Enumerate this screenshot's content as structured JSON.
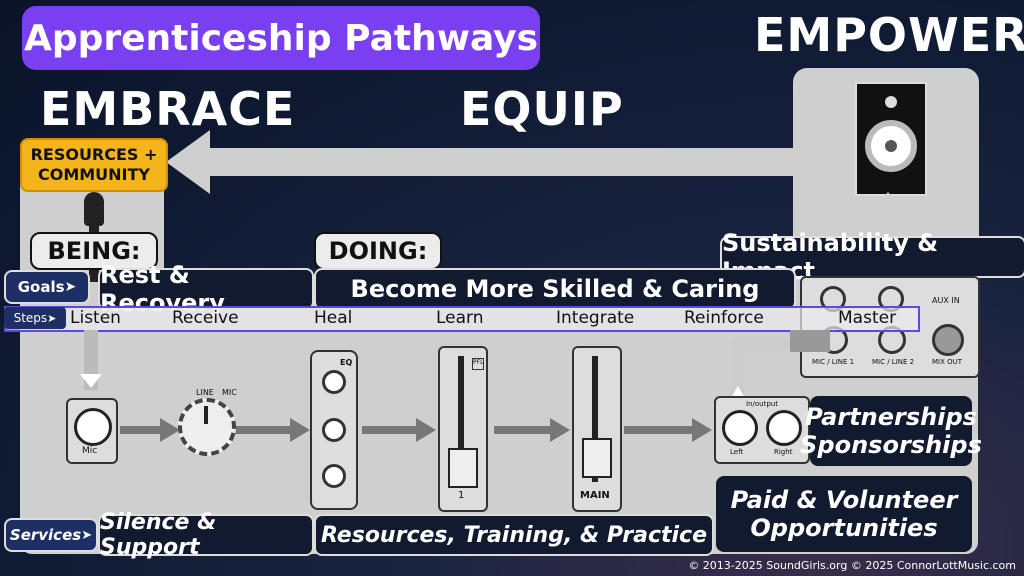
{
  "title": "Apprenticeship Pathways",
  "stages": {
    "embrace": "EMBRACE",
    "equip": "EQUIP",
    "empower": "EMPOWER"
  },
  "resources_box": {
    "line1": "RESOURCES +",
    "line2": "COMMUNITY"
  },
  "being_label": "BEING:",
  "doing_label": "DOING:",
  "sustainability": "Sustainability & Impact",
  "row_labels": {
    "goals": "Goals",
    "steps": "Steps",
    "services": "Services"
  },
  "goals": [
    "Rest & Recovery",
    "Become More Skilled & Caring"
  ],
  "steps": [
    "Listen",
    "Receive",
    "Heal",
    "Learn",
    "Integrate",
    "Reinforce",
    "Master"
  ],
  "services": [
    "Silence & Support",
    "Resources, Training, & Practice"
  ],
  "partnerships": {
    "line1": "Partnerships",
    "line2": "Sponsorships"
  },
  "paid": {
    "line1": "Paid & Volunteer",
    "line2": "Opportunities"
  },
  "equipment_labels": {
    "mic_in": "Mic",
    "gain_line": "LINE",
    "gain_mic": "MIC",
    "eq": "EQ",
    "fader1": "1",
    "main": "MAIN",
    "in_output": "In/output",
    "left": "Left",
    "right": "Right",
    "aux_in": "AUX IN",
    "mix_out": "MIX OUT",
    "mic_line1": "MIC / LINE 1",
    "mic_line2": "MIC / LINE 2",
    "pfl": "PFL"
  },
  "copyright": "© 2013-2025 SoundGirls.org © 2025 ConnorLottMusic.com",
  "colors": {
    "purple": "#7b3ff2",
    "gold": "#f3b51b",
    "navy": "#111a2e",
    "panel": "#cfcfcf"
  }
}
